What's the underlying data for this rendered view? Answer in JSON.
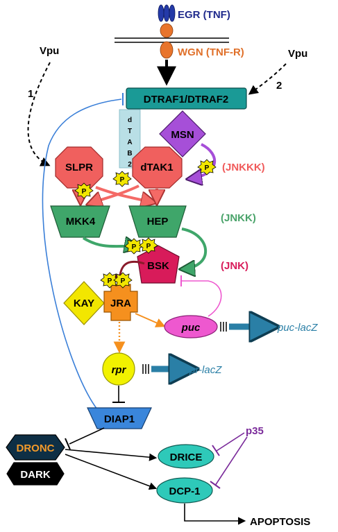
{
  "ligand": {
    "label": "EGR (TNF)",
    "color": "#1f2a8c"
  },
  "receptor": {
    "label": "WGN (TNF-R)",
    "color": "#e0702a"
  },
  "vpu_left": {
    "label": "Vpu",
    "step": "1"
  },
  "vpu_right": {
    "label": "Vpu",
    "step": "2"
  },
  "nodes": {
    "dtraf": {
      "label": "DTRAF1/DTRAF2",
      "color": "#1a9a96"
    },
    "dtab2": {
      "letters": [
        "d",
        "T",
        "A",
        "B",
        "2"
      ],
      "color": "#b9dfe6"
    },
    "msn": {
      "label": "MSN",
      "color": "#a64fd8"
    },
    "slpr": {
      "label": "SLPR",
      "color": "#f0605e"
    },
    "dtak1": {
      "label": "dTAK1",
      "color": "#f0605e"
    },
    "mkk4": {
      "label": "MKK4",
      "color": "#3fa66a"
    },
    "hep": {
      "label": "HEP",
      "color": "#3fa66a"
    },
    "bsk": {
      "label": "BSK",
      "color": "#d81b5a"
    },
    "kay": {
      "label": "KAY",
      "color": "#f2e600"
    },
    "jra": {
      "label": "JRA",
      "color": "#f5901e"
    },
    "puc": {
      "label": "puc",
      "color": "#ee58cf"
    },
    "rpr": {
      "label": "rpr",
      "color": "#f2f200"
    },
    "diap1": {
      "label": "DIAP1",
      "color": "#3a86db"
    },
    "dronc": {
      "label": "DRONC",
      "color": "#0e2f45",
      "text_color": "#f39a2a"
    },
    "dark": {
      "label": "DARK",
      "color": "#000000"
    },
    "drice": {
      "label": "DRICE",
      "color": "#2ec9b9"
    },
    "dcp1": {
      "label": "DCP-1",
      "color": "#2ec9b9"
    }
  },
  "phospho_label": "P",
  "levels": {
    "jnkkk": {
      "label": "(JNKKK)",
      "color": "#f05a5a"
    },
    "jnkk": {
      "label": "(JNKK)",
      "color": "#4aa36a"
    },
    "jnk": {
      "label": "(JNK)",
      "color": "#d81b5a"
    }
  },
  "reporters": {
    "puc_lacz": {
      "label": "puc-lacZ",
      "color": "#2a7fa6"
    },
    "rpr_lacz": {
      "label": "rpr-lacZ",
      "color": "#2a7fa6"
    }
  },
  "p35": {
    "label": "p35",
    "color": "#7a2a9a"
  },
  "apoptosis": {
    "label": "APOPTOSIS"
  }
}
